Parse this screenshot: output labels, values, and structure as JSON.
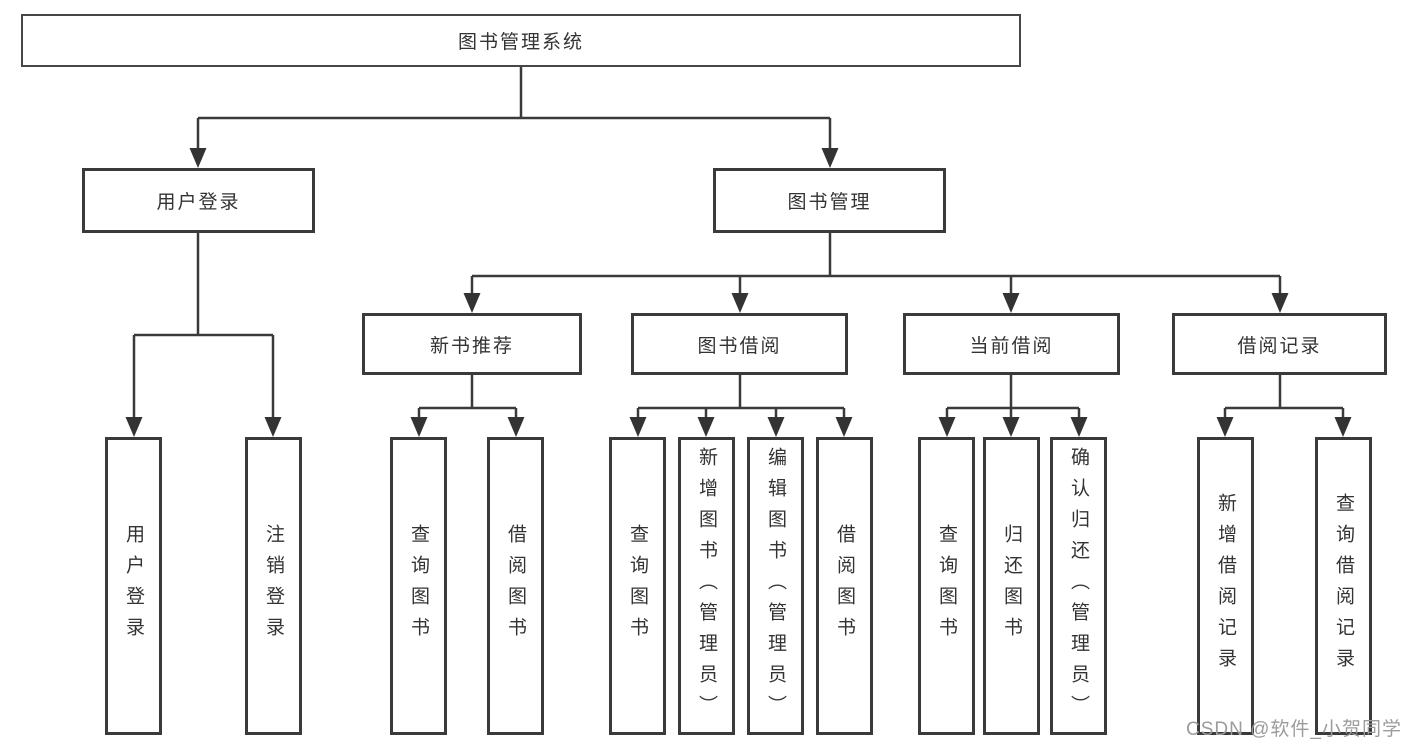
{
  "diagram": {
    "title": "图书管理系统",
    "user_login": {
      "label": "用户登录",
      "children": [
        {
          "label": "用户登录"
        },
        {
          "label": "注销登录"
        }
      ]
    },
    "book_mgmt": {
      "label": "图书管理",
      "sections": [
        {
          "label": "新书推荐",
          "children": [
            {
              "label": "查询图书"
            },
            {
              "label": "借阅图书"
            }
          ]
        },
        {
          "label": "图书借阅",
          "children": [
            {
              "label": "查询图书"
            },
            {
              "label": "新增图书（管理员）"
            },
            {
              "label": "编辑图书（管理员）"
            },
            {
              "label": "借阅图书"
            }
          ]
        },
        {
          "label": "当前借阅",
          "children": [
            {
              "label": "查询图书"
            },
            {
              "label": "归还图书"
            },
            {
              "label": "确认归还（管理员）"
            }
          ]
        },
        {
          "label": "借阅记录",
          "children": [
            {
              "label": "新增借阅记录"
            },
            {
              "label": "查询借阅记录"
            }
          ]
        }
      ]
    }
  },
  "watermark": {
    "text": "CSDN @软件_小贺同学"
  },
  "colors": {
    "line": "#3a3a3a",
    "box_border": "#3a3a3a",
    "box_fill": "#ffffff",
    "text": "#333333",
    "watermark": "#9c9c9c",
    "background": "#ffffff"
  }
}
